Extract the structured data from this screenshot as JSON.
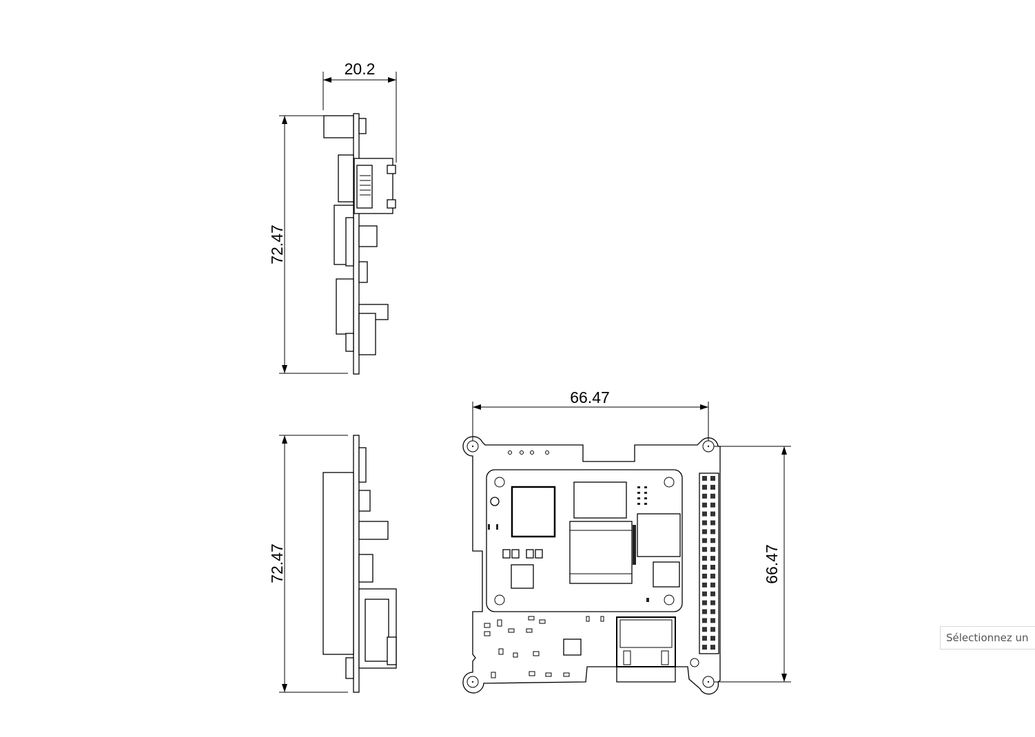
{
  "drawing": {
    "side_view_top": {
      "width_dim": "20.2",
      "height_dim": "72.47"
    },
    "side_view_bottom": {
      "height_dim": "72.47"
    },
    "top_view": {
      "width_dim": "66.47",
      "height_dim": "66.47"
    }
  },
  "tooltip": {
    "text": "Sélectionnez un"
  }
}
